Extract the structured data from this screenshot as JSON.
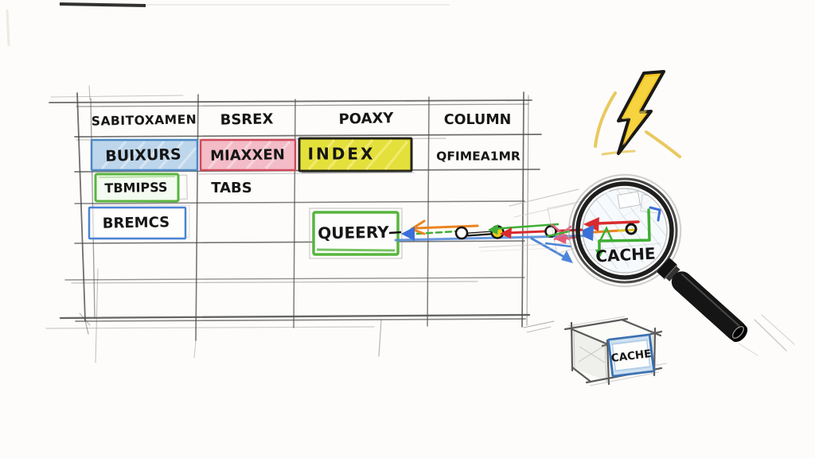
{
  "sketch": {
    "table": {
      "headers": [
        "SABITOXAMEN",
        "BSREX",
        "POAXY",
        "COLUMN"
      ],
      "highlight_row": {
        "blue_cell": "BUIXURS",
        "red_cell": "MIAXXEN",
        "yellow_cell": "INDEX",
        "plain_cell": "QFIMEA1MR"
      },
      "second_row": {
        "green_box": "TBMIPSS",
        "plain_cell": "TABS"
      },
      "third_row": {
        "blue_box": "BREMCS"
      },
      "query_box": "QUEERY"
    },
    "magnifier": {
      "label": "CACHE"
    },
    "cache_cube": {
      "label": "CACHE"
    },
    "colors": {
      "cell_blue_fill": "#bdd6eb",
      "cell_blue_border": "#4d88c4",
      "cell_red_fill": "#f3bcc7",
      "cell_red_border": "#cf4a5c",
      "cell_yellow_fill": "#e4e03b",
      "cell_yellow_border": "#23231a",
      "green_box_border": "#58b53e",
      "blue_box_border": "#4b83d6",
      "panel_blue_border": "#3a70b2",
      "bolt_yellow": "#f2c51e",
      "arrow_orange": "#ea8420",
      "arrow_red": "#d92b2e",
      "arrow_green": "#3fae35",
      "arrow_blue": "#3b6fd9",
      "line_blue": "#4c86d8",
      "node_yellow": "#edcb1f"
    }
  }
}
